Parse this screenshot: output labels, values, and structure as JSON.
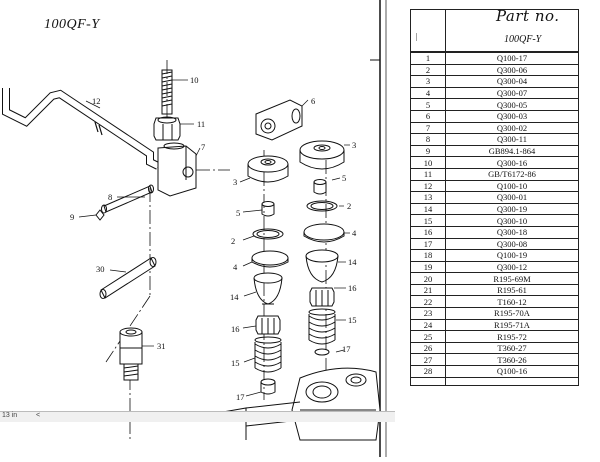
{
  "drawing": {
    "model": "100QF-Y",
    "callouts": {
      "c10": "10",
      "c12": "12",
      "c11": "11",
      "c7": "7",
      "c6": "6",
      "c8": "8",
      "c9": "9",
      "c30": "30",
      "c31": "31",
      "c3a": "3",
      "c3b": "3",
      "c5a": "5",
      "c5b": "5",
      "c2a": "2",
      "c2b": "2",
      "c4a": "4",
      "c4b": "4",
      "c14a": "14",
      "c14b": "14",
      "c16a": "16",
      "c16b": "16",
      "c15a": "15",
      "c15b": "15",
      "c17a": "17",
      "c17b": "17"
    }
  },
  "status_bar": {
    "zoom_fragment": "13 in",
    "scroll_glyph": "<"
  },
  "parts_table": {
    "handwritten_title": "Part no.",
    "model": "100QF-Y",
    "rows": [
      {
        "no": "1",
        "part": "Q100-17"
      },
      {
        "no": "2",
        "part": "Q300-06"
      },
      {
        "no": "3",
        "part": "Q300-04"
      },
      {
        "no": "4",
        "part": "Q300-07"
      },
      {
        "no": "5",
        "part": "Q300-05"
      },
      {
        "no": "6",
        "part": "Q300-03"
      },
      {
        "no": "7",
        "part": "Q300-02"
      },
      {
        "no": "8",
        "part": "Q300-11"
      },
      {
        "no": "9",
        "part": "GB894.1-864"
      },
      {
        "no": "10",
        "part": "Q300-16"
      },
      {
        "no": "11",
        "part": "GB/T6172-86"
      },
      {
        "no": "12",
        "part": "Q100-10"
      },
      {
        "no": "13",
        "part": "Q300-01"
      },
      {
        "no": "14",
        "part": "Q300-19"
      },
      {
        "no": "15",
        "part": "Q300-10"
      },
      {
        "no": "16",
        "part": "Q300-18"
      },
      {
        "no": "17",
        "part": "Q300-08"
      },
      {
        "no": "18",
        "part": "Q100-19"
      },
      {
        "no": "19",
        "part": "Q300-12"
      },
      {
        "no": "20",
        "part": "R195-69M"
      },
      {
        "no": "21",
        "part": "R195-61"
      },
      {
        "no": "22",
        "part": "T160-12"
      },
      {
        "no": "23",
        "part": "R195-70A"
      },
      {
        "no": "24",
        "part": "R195-71A"
      },
      {
        "no": "25",
        "part": "R195-72"
      },
      {
        "no": "26",
        "part": "T360-27"
      },
      {
        "no": "27",
        "part": "T360-26"
      },
      {
        "no": "28",
        "part": "Q100-16"
      }
    ]
  }
}
